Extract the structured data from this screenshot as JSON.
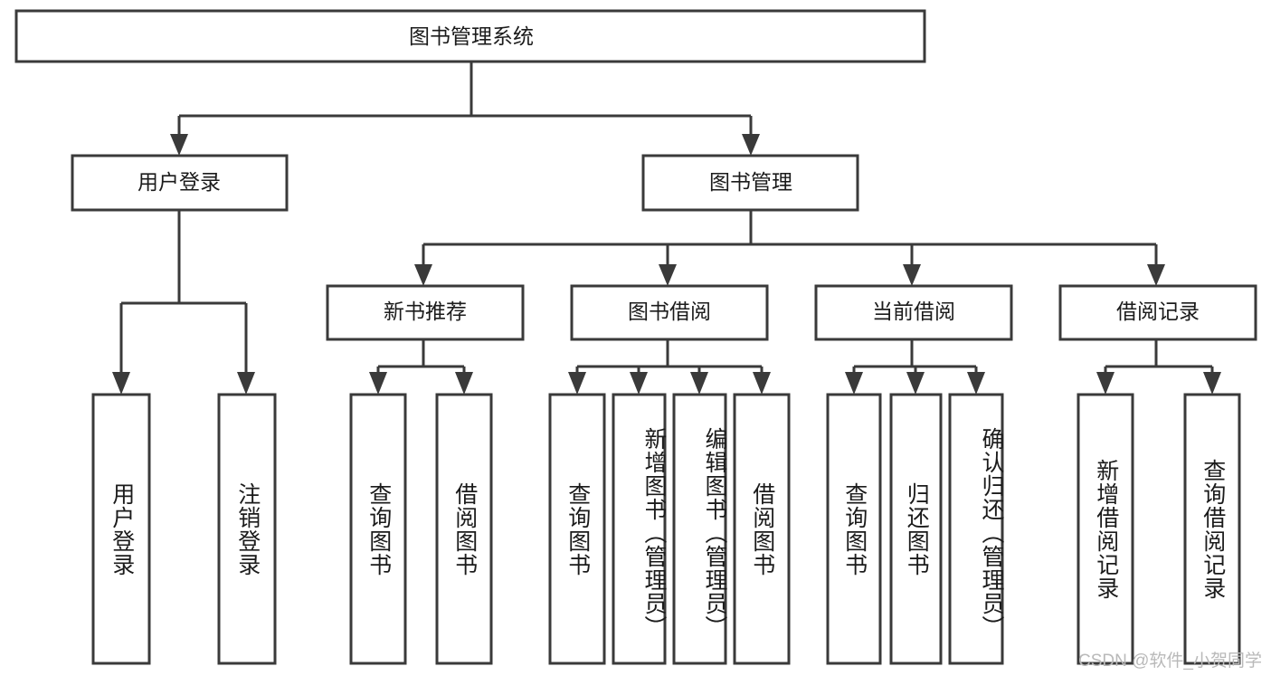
{
  "diagram": {
    "title": "图书管理系统",
    "type": "hierarchy-tree",
    "orientation": "top-down",
    "levels": 4,
    "colors": {
      "box_stroke": "#3a3a3a",
      "box_fill": "#ffffff",
      "connector": "#3a3a3a",
      "text": "#1b1b1b",
      "watermark": "#b9b9b9",
      "background": "#ffffff"
    },
    "root": {
      "id": "root",
      "label": "图书管理系统"
    },
    "level2": [
      {
        "id": "user-login",
        "label": "用户登录"
      },
      {
        "id": "book-manage",
        "label": "图书管理"
      }
    ],
    "level3": [
      {
        "id": "new-book-rec",
        "label": "新书推荐",
        "parent": "book-manage"
      },
      {
        "id": "book-borrow",
        "label": "图书借阅",
        "parent": "book-manage"
      },
      {
        "id": "current-borrow",
        "label": "当前借阅",
        "parent": "book-manage"
      },
      {
        "id": "borrow-record",
        "label": "借阅记录",
        "parent": "book-manage"
      }
    ],
    "leaves": [
      {
        "id": "leaf-user-login",
        "label": "用户登录",
        "parent": "user-login"
      },
      {
        "id": "leaf-user-logout",
        "label": "注销登录",
        "parent": "user-login"
      },
      {
        "id": "leaf-query-book-1",
        "label": "查询图书",
        "parent": "new-book-rec"
      },
      {
        "id": "leaf-borrow-book-1",
        "label": "借阅图书",
        "parent": "new-book-rec"
      },
      {
        "id": "leaf-query-book-2",
        "label": "查询图书",
        "parent": "book-borrow"
      },
      {
        "id": "leaf-add-book",
        "label": "新增图书（管理员）",
        "parent": "book-borrow"
      },
      {
        "id": "leaf-edit-book",
        "label": "编辑图书（管理员）",
        "parent": "book-borrow"
      },
      {
        "id": "leaf-borrow-book-2",
        "label": "借阅图书",
        "parent": "book-borrow"
      },
      {
        "id": "leaf-query-book-3",
        "label": "查询图书",
        "parent": "current-borrow"
      },
      {
        "id": "leaf-return-book",
        "label": "归还图书",
        "parent": "current-borrow"
      },
      {
        "id": "leaf-confirm-return",
        "label": "确认归还（管理员）",
        "parent": "current-borrow"
      },
      {
        "id": "leaf-add-record",
        "label": "新增借阅记录",
        "parent": "borrow-record"
      },
      {
        "id": "leaf-query-record",
        "label": "查询借阅记录",
        "parent": "borrow-record"
      }
    ]
  },
  "watermark": {
    "text": "CSDN @软件_小贺同学"
  }
}
